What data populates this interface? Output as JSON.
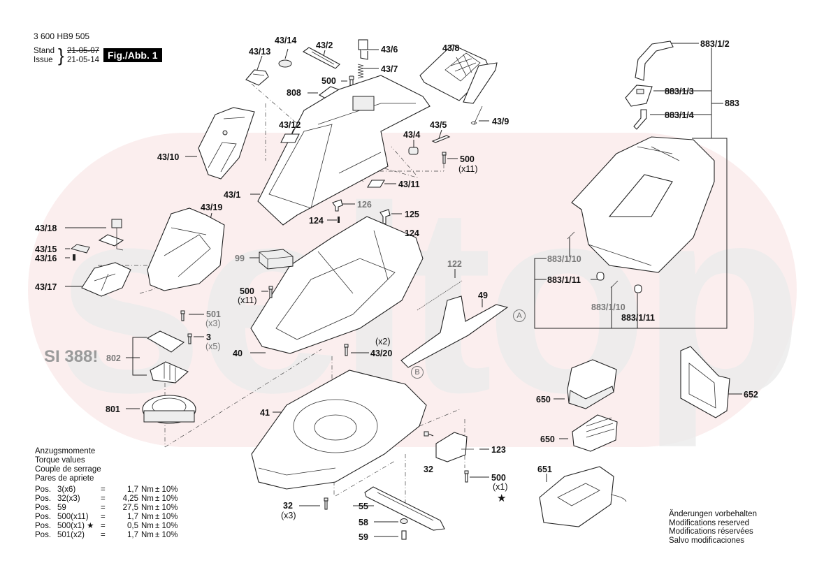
{
  "header": {
    "doc_number": "3 600 HB9 505",
    "stand_label": "Stand",
    "issue_label": "Issue",
    "stand_date_struck": "21-05-07",
    "issue_date": "21-05-14",
    "figure_label": "Fig./Abb. 1"
  },
  "watermark": {
    "text": "seltop",
    "color": "#f8e6e6"
  },
  "service_info": "SI 388!",
  "parts": {
    "p43_14": "43/14",
    "p43_2": "43/2",
    "p43_6": "43/6",
    "p43_8": "43/8",
    "p43_13": "43/13",
    "p43_7": "43/7",
    "p500a": "500",
    "p808": "808",
    "p43_12": "43/12",
    "p43_9": "43/9",
    "p43_10": "43/10",
    "p43_5": "43/5",
    "p43_4": "43/4",
    "p500b": "500",
    "p500b_qty": "(x11)",
    "p43_1": "43/1",
    "p43_11": "43/11",
    "p126": "126",
    "p125": "125",
    "p124a": "124",
    "p124b": "124",
    "p43_19": "43/19",
    "p43_18": "43/18",
    "p43_15": "43/15",
    "p43_16": "43/16",
    "p43_17": "43/17",
    "p99": "99",
    "p500c": "500",
    "p500c_qty": "(x11)",
    "p122": "122",
    "p49": "49",
    "p501": "501",
    "p501_qty": "(x3)",
    "p3": "3",
    "p3_qty": "(x5)",
    "p40": "40",
    "p43_20_qty": "(x2)",
    "p43_20": "43/20",
    "p802": "802",
    "p801": "801",
    "p41": "41",
    "p123": "123",
    "p32a": "32",
    "p500d": "500",
    "p500d_qty": "(x1)",
    "p32b": "32",
    "p32b_qty": "(x3)",
    "p55": "55",
    "p58": "58",
    "p59": "59",
    "p883_1_2": "883/1/2",
    "p883_1_3": "883/1/3",
    "p883_1_4": "883/1/4",
    "p883": "883",
    "p883_1_10a": "883/1/10",
    "p883_1_11a": "883/1/11",
    "p883_1_10b": "883/1/10",
    "p883_1_11b": "883/1/11",
    "p650a": "650",
    "p650b": "650",
    "p651": "651",
    "p652": "652",
    "ref_a": "A",
    "ref_b": "B",
    "star": "★"
  },
  "torque": {
    "titles": [
      "Anzugsmomente",
      "Torque values",
      "Couple de serrage",
      "Pares de apriete"
    ],
    "rows": [
      {
        "pos": "Pos.",
        "item": "3(x6)",
        "eq": "=",
        "value": "1,7",
        "unit": "Nm",
        "tol": "± 10%"
      },
      {
        "pos": "Pos.",
        "item": "32(x3)",
        "eq": "=",
        "value": "4,25",
        "unit": "Nm",
        "tol": "± 10%"
      },
      {
        "pos": "Pos.",
        "item": "59",
        "eq": "=",
        "value": "27,5",
        "unit": "Nm",
        "tol": "± 10%"
      },
      {
        "pos": "Pos.",
        "item": "500(x11)",
        "eq": "=",
        "value": "1,7",
        "unit": "Nm",
        "tol": "± 10%"
      },
      {
        "pos": "Pos.",
        "item": "500(x1) ★",
        "eq": "=",
        "value": "0,5",
        "unit": "Nm",
        "tol": "± 10%"
      },
      {
        "pos": "Pos.",
        "item": "501(x2)",
        "eq": "=",
        "value": "1,7",
        "unit": "Nm",
        "tol": "± 10%"
      }
    ]
  },
  "modifications": [
    "Änderungen vorbehalten",
    "Modifications reserved",
    "Modifications réservées",
    "Salvo modificaciones"
  ]
}
